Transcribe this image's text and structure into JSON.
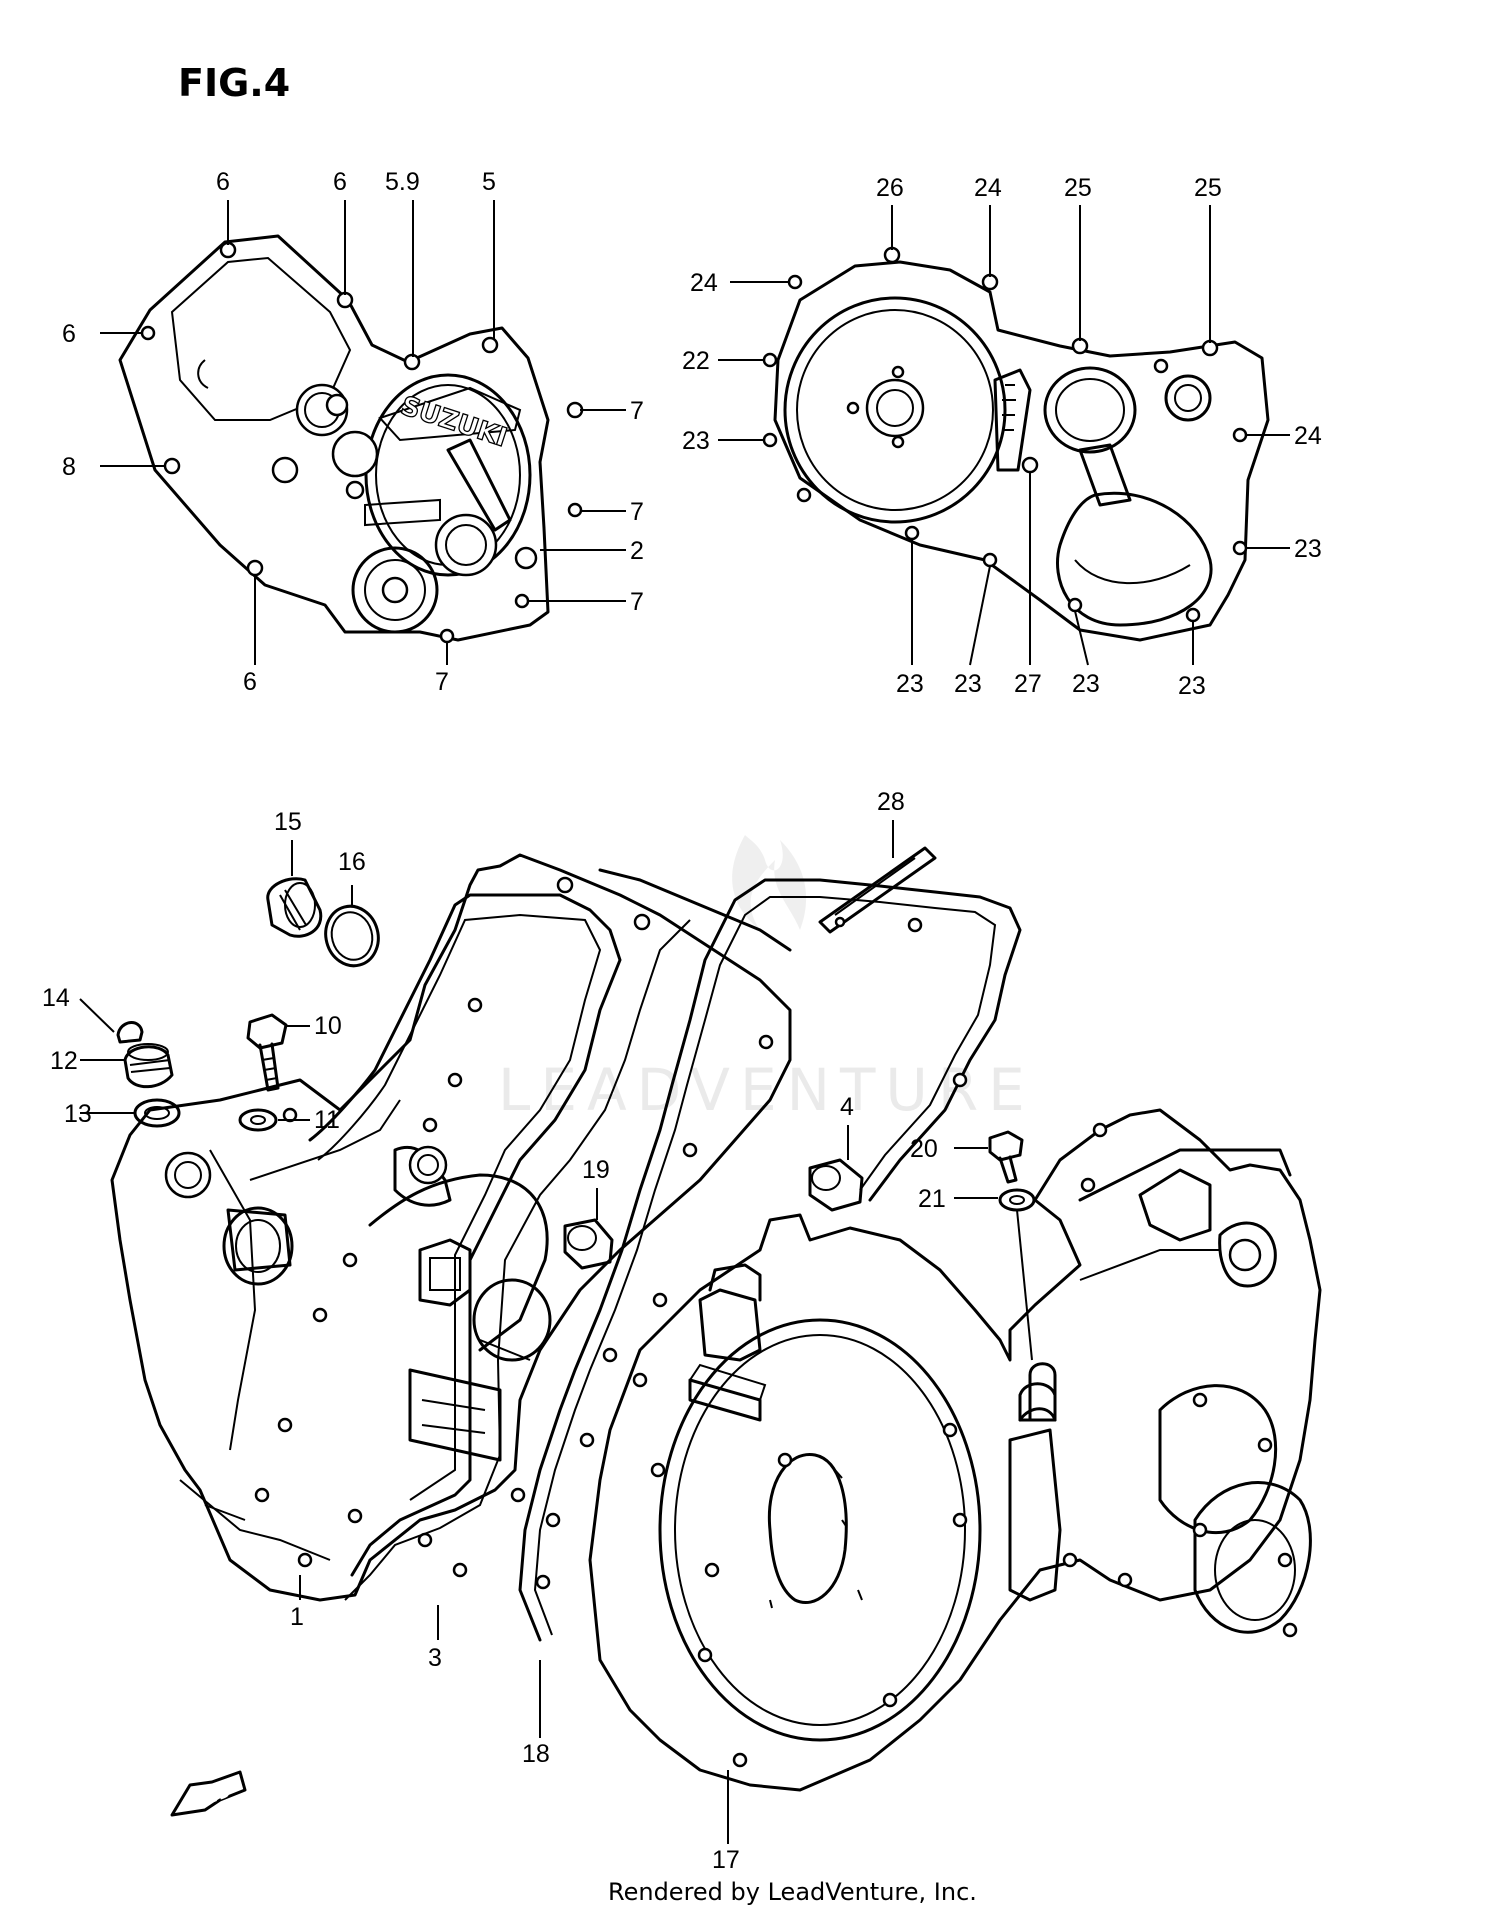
{
  "figure_title": "FIG.4",
  "watermark": "LEADVENTURE",
  "footer_credit": "Rendered by LeadVenture, Inc.",
  "cover_logo": "SUZUKI",
  "fwd_marker": "FWD",
  "callouts": {
    "clutch_cover": [
      "6",
      "6",
      "5.9",
      "5",
      "6",
      "7",
      "8",
      "7",
      "2",
      "7",
      "6",
      "7"
    ],
    "magneto_cover": [
      "26",
      "24",
      "25",
      "25",
      "24",
      "22",
      "24",
      "23",
      "23",
      "23",
      "23",
      "27",
      "23",
      "23"
    ],
    "crankcase": [
      "28",
      "15",
      "16",
      "14",
      "10",
      "11",
      "12",
      "13",
      "4",
      "19",
      "20",
      "21",
      "1",
      "3",
      "18",
      "17"
    ]
  }
}
